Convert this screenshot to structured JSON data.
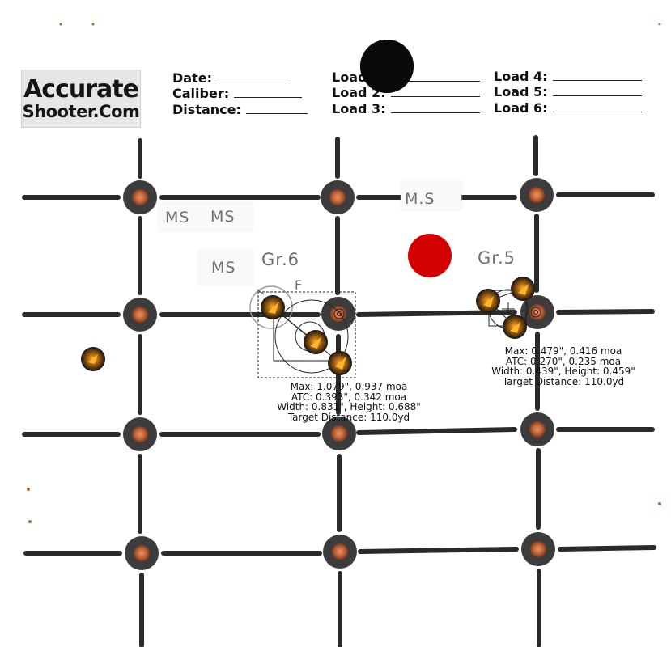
{
  "logo": {
    "line1": "Accurate",
    "line2": "Shooter.Com"
  },
  "header": {
    "fields": [
      {
        "label": "Date:"
      },
      {
        "label": "Caliber:"
      },
      {
        "label": "Distance:"
      },
      {
        "label": "Load 1:"
      },
      {
        "label": "Load 2:"
      },
      {
        "label": "Load 3:"
      },
      {
        "label": "Load 4:"
      },
      {
        "label": "Load 5:"
      },
      {
        "label": "Load 6:"
      }
    ]
  },
  "notes": {
    "ms_a": "MS",
    "ms_b": "MS",
    "ms_c": "M.S",
    "ms_d": "MS",
    "group6": "Gr.6",
    "group5": "Gr.5",
    "f_mark": "F"
  },
  "groups": {
    "left": {
      "max": "Max: 1.079\", 0.937 moa",
      "atc": "ATC: 0.393\", 0.342 moa",
      "size": "Width: 0.831\", Height: 0.688\"",
      "distance": "Target Distance:  110.0yd"
    },
    "right": {
      "max": "Max: 0.479\", 0.416 moa",
      "atc": "ATC: 0.270\", 0.235 moa",
      "size": "Width: 0.439\", Height: 0.459\"",
      "distance": "Target Distance:  110.0yd"
    }
  },
  "colors": {
    "grid_line": "#2a2a2a",
    "dot_ring": "#3a3a3a",
    "dot_center": "#d0805a",
    "red_dot": "#d40000",
    "black_dot": "#0a0a0a",
    "hole_orange": "#f2a020",
    "note_gray": "#6f6f6f"
  }
}
